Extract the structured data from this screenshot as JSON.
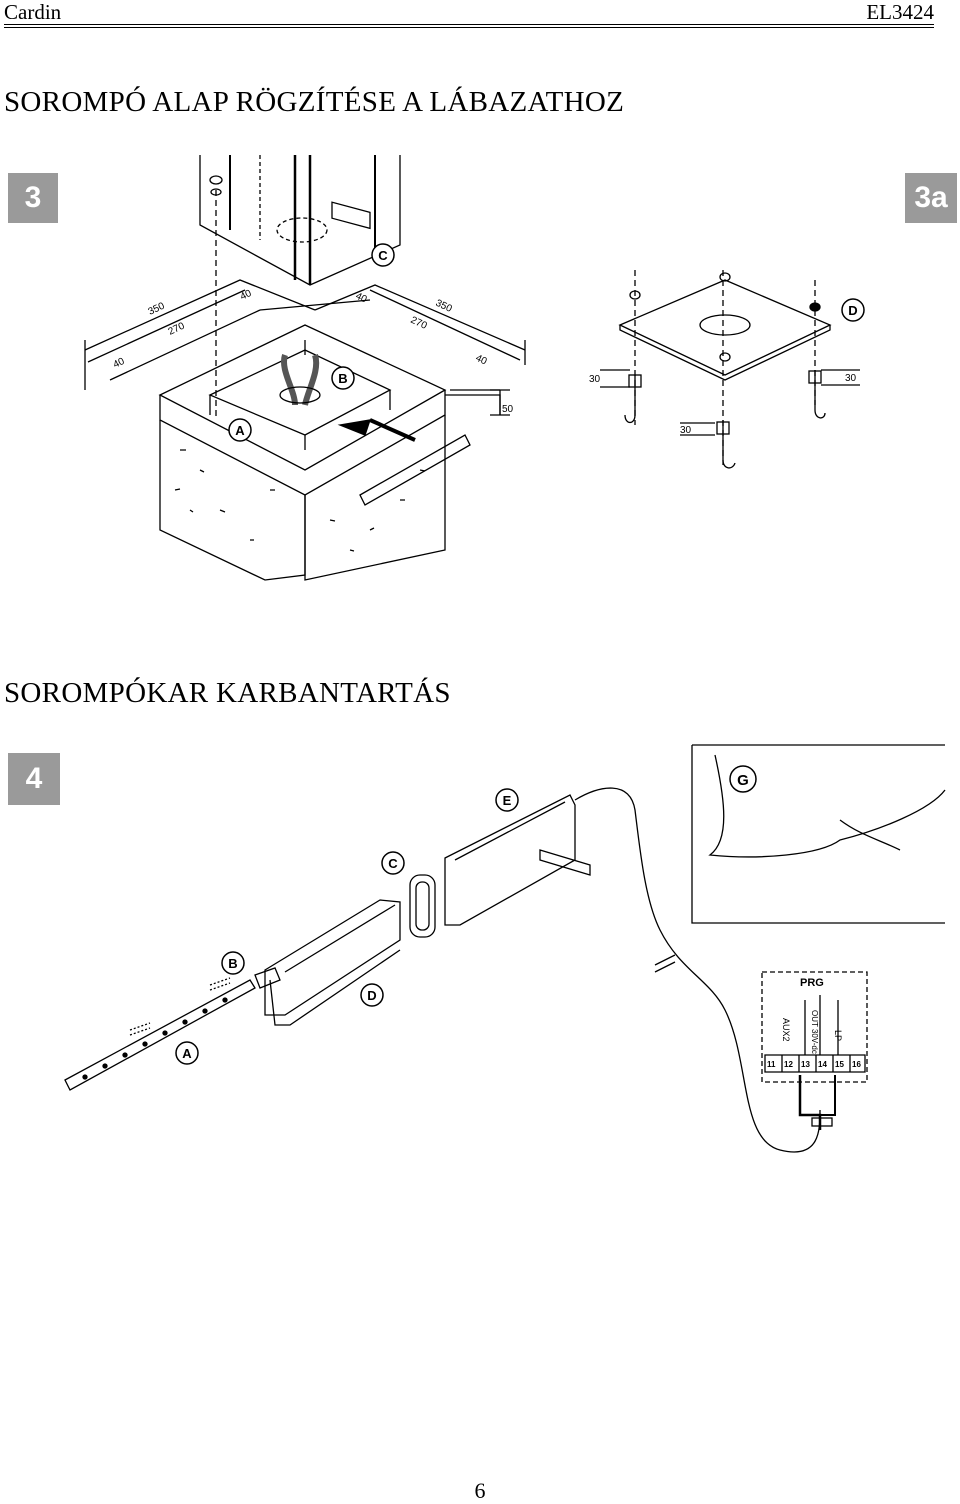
{
  "header": {
    "brand": "Cardin",
    "model": "EL3424"
  },
  "section1": {
    "title": "SOROMPÓ ALAP RÖGZÍTÉSE A LÁBAZATHOZ",
    "figure_left": {
      "badge": "3",
      "callouts": [
        "A",
        "B",
        "C"
      ],
      "dimensions": {
        "d350a": "350",
        "d270a": "270",
        "d40a": "40",
        "d40b": "40",
        "d40c": "40",
        "d350b": "350",
        "d270b": "270",
        "d40d": "40",
        "d50": "50"
      }
    },
    "figure_right": {
      "badge": "3a",
      "callouts": [
        "D"
      ],
      "dimensions": {
        "d30a": "30",
        "d30b": "30",
        "d30c": "30"
      }
    }
  },
  "section2": {
    "title": "SOROMPÓKAR KARBANTARTÁS",
    "figure": {
      "badge": "4",
      "callouts": {
        "a": "A",
        "b": "B",
        "c": "C",
        "d": "D",
        "e": "E",
        "g": "G"
      },
      "terminal_block": {
        "title": "PRG",
        "labels": {
          "aux2": "AUX2",
          "out": "OUT 30V-dc",
          "lp": "LP"
        },
        "terminals": [
          "11",
          "12",
          "13",
          "14",
          "15",
          "16"
        ]
      }
    }
  },
  "page_number": "6"
}
